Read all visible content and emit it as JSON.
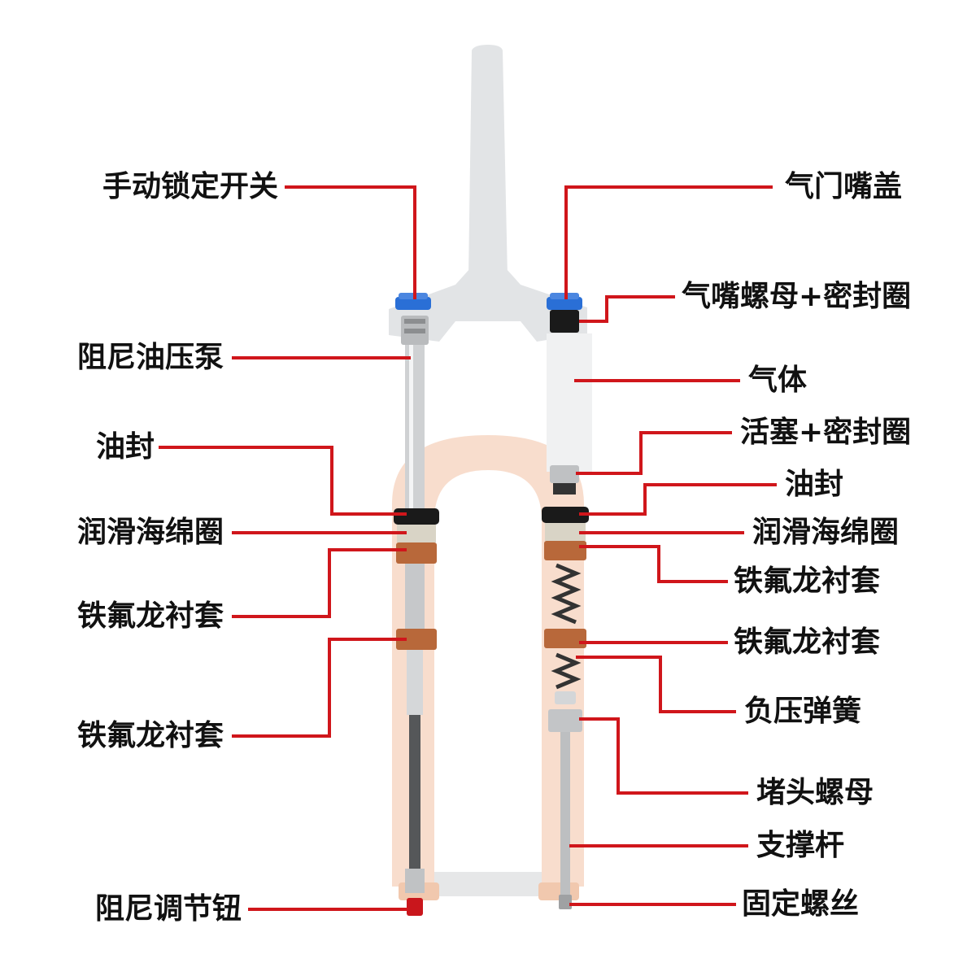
{
  "colors": {
    "leader": "#d0161b",
    "text": "#111111",
    "crown": "#e2e4e6",
    "lower_leg": "#f6d2bc",
    "stanchion": "#c8cacc",
    "bushing": "#b8683a",
    "seal": "#1a1a1a",
    "sponge": "#d9d4c6",
    "cap_blue": "#2a6fd6",
    "knob_red": "#c9161c"
  },
  "labels_left": [
    {
      "id": "lockout",
      "text": "手动锁定开关",
      "icon": "lockout-switch"
    },
    {
      "id": "damper",
      "text": "阻尼油压泵",
      "icon": "damper-pump"
    },
    {
      "id": "oilseal",
      "text": "油封",
      "icon": "oil-seal"
    },
    {
      "id": "sponge",
      "text": "润滑海绵圈",
      "icon": "sponge-ring"
    },
    {
      "id": "bushing1",
      "text": "铁氟龙衬套",
      "icon": "teflon-bushing"
    },
    {
      "id": "bushing2",
      "text": "铁氟龙衬套",
      "icon": "teflon-bushing"
    },
    {
      "id": "rebound",
      "text": "阻尼调节钮",
      "icon": "rebound-knob"
    }
  ],
  "labels_right": [
    {
      "id": "valvecap",
      "text": "气门嘴盖",
      "icon": "valve-cap"
    },
    {
      "id": "valvenut",
      "text": "气嘴螺母+密封圈",
      "icon": "valve-nut"
    },
    {
      "id": "gas",
      "text": "气体",
      "icon": "air-chamber"
    },
    {
      "id": "piston",
      "text": "活塞+密封圈",
      "icon": "piston"
    },
    {
      "id": "oilseal",
      "text": "油封",
      "icon": "oil-seal"
    },
    {
      "id": "sponge",
      "text": "润滑海绵圈",
      "icon": "sponge-ring"
    },
    {
      "id": "bushing1",
      "text": "铁氟龙衬套",
      "icon": "teflon-bushing"
    },
    {
      "id": "bushing2",
      "text": "铁氟龙衬套",
      "icon": "teflon-bushing"
    },
    {
      "id": "negspring",
      "text": "负压弹簧",
      "icon": "negative-spring"
    },
    {
      "id": "plugnut",
      "text": "堵头螺母",
      "icon": "plug-nut"
    },
    {
      "id": "shaft",
      "text": "支撑杆",
      "icon": "support-rod"
    },
    {
      "id": "fixscrew",
      "text": "固定螺丝",
      "icon": "fixing-screw"
    }
  ]
}
